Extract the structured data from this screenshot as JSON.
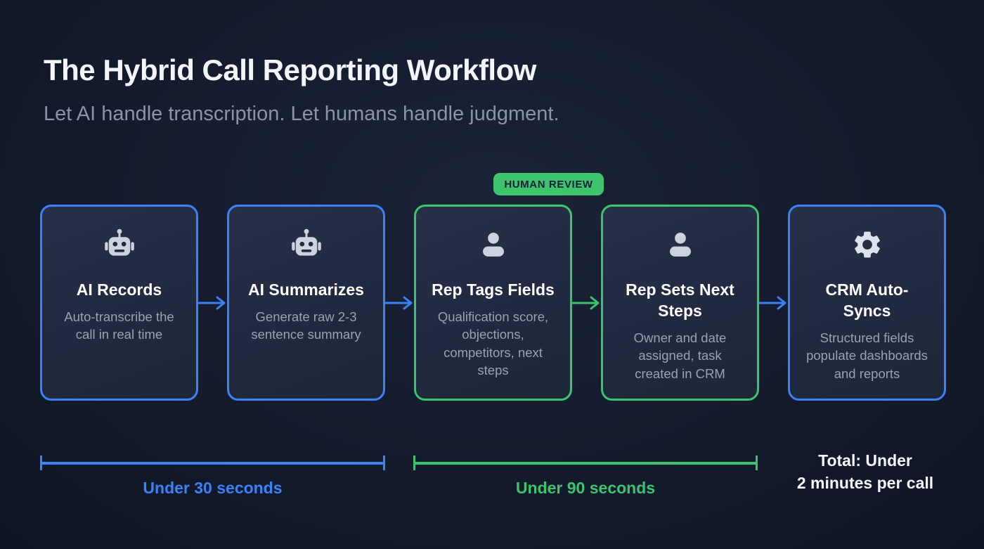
{
  "header": {
    "title": "The Hybrid Call Reporting Workflow",
    "subtitle": "Let AI handle transcription. Let humans handle judgment."
  },
  "badge": {
    "label": "HUMAN REVIEW"
  },
  "colors": {
    "background": "#141b2d",
    "card_background": "#222a3d",
    "blue_accent": "#3b82f6",
    "green_accent": "#3bc46d",
    "badge_text": "#12203a",
    "title_text": "#f3f5f9",
    "subtitle_text": "#8b93a7",
    "body_text": "#99a1b3",
    "icon_gray": "#ccd3df"
  },
  "steps": [
    {
      "icon": "robot-icon",
      "accent": "blue",
      "title": "AI Records",
      "description": "Auto-transcribe the call in real time"
    },
    {
      "icon": "robot-icon",
      "accent": "blue",
      "title": "AI Summarizes",
      "description": "Generate raw 2-3 sentence summary"
    },
    {
      "icon": "person-icon",
      "accent": "green",
      "title": "Rep Tags Fields",
      "description": "Qualification score, objections, competitors, next steps"
    },
    {
      "icon": "person-icon",
      "accent": "green",
      "title": "Rep Sets Next Steps",
      "description": "Owner and date assigned, task created in CRM"
    },
    {
      "icon": "gear-icon",
      "accent": "blue",
      "title": "CRM Auto-Syncs",
      "description": "Structured fields populate dashboards and reports"
    }
  ],
  "connectors": [
    {
      "color": "blue"
    },
    {
      "color": "blue"
    },
    {
      "color": "green"
    },
    {
      "color": "blue"
    }
  ],
  "timeline": {
    "blue_label": "Under 30 seconds",
    "green_label": "Under 90 seconds",
    "total_line1": "Total: Under",
    "total_line2": "2 minutes per call"
  }
}
